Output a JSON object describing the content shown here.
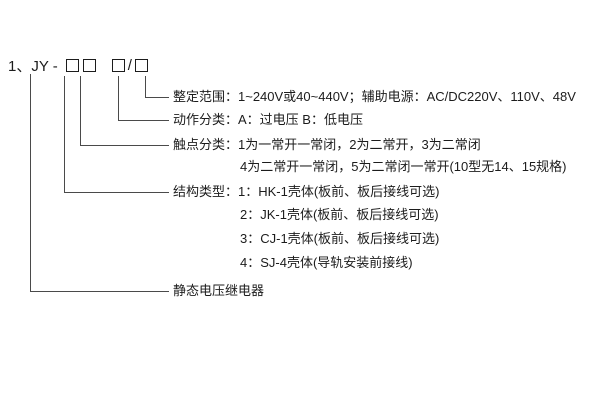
{
  "model_code": {
    "prefix": "1、JY -",
    "slash": "/"
  },
  "labels": {
    "setting_range": "整定范围：1~240V或40~440V；辅助电源：AC/DC220V、110V、48V",
    "action_class": "动作分类：A：过电压   B：低电压",
    "contact_class_line1": "触点分类：1为一常开一常闭，2为二常开，3为二常闭",
    "contact_class_line2": "4为二常开一常闭，5为二常闭一常开(10型无14、15规格)",
    "structure_type_line1": "结构类型：1：HK-1壳体(板前、板后接线可选)",
    "structure_type_line2": "2：JK-1壳体(板前、板后接线可选)",
    "structure_type_line3": "3：CJ-1壳体(板前、板后接线可选)",
    "structure_type_line4": "4：SJ-4壳体(导轨安装前接线)",
    "product_name": "静态电压继电器"
  }
}
